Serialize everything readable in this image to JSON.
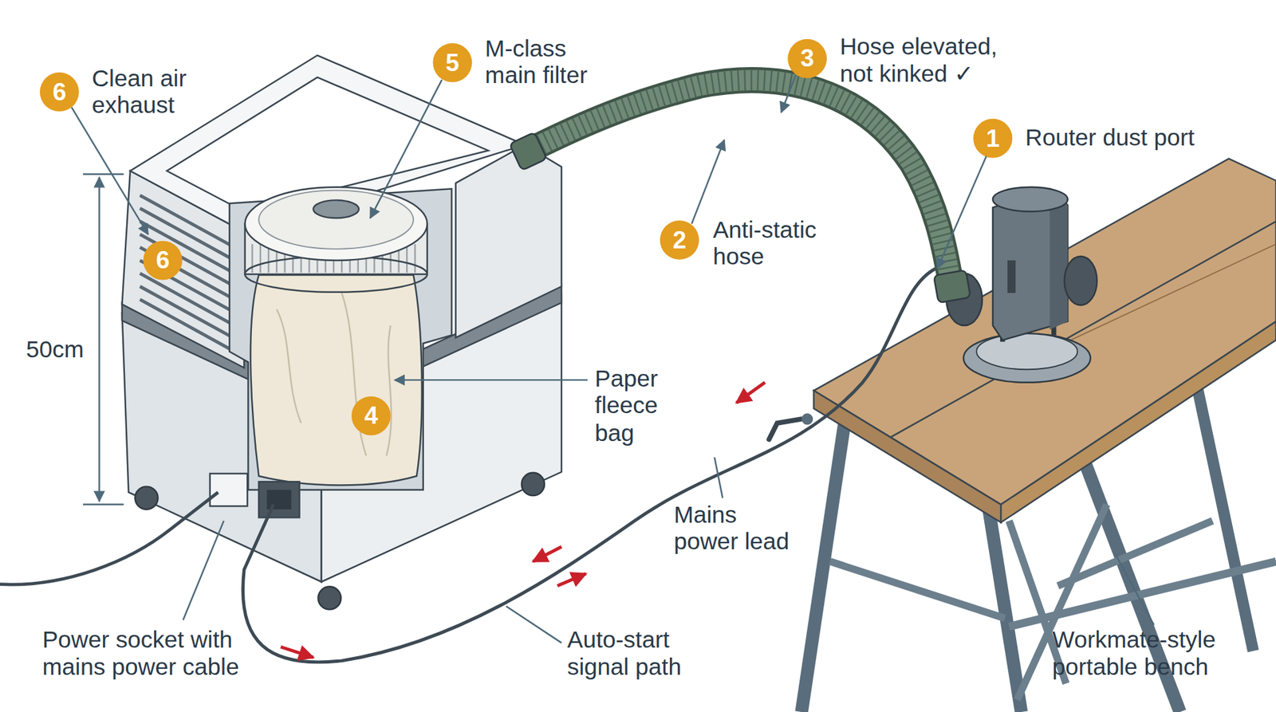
{
  "diagram": {
    "labels": [
      "6",
      "Clean air exhaust",
      "5",
      "M-class main filter",
      "3",
      "Hose elevated, not kinked ✓",
      "1",
      "Router dust port",
      "2",
      "Anti-static hose",
      "50cm",
      "6",
      "Paper fleece bag",
      "4",
      "Mains power lead",
      "Auto-start signal path",
      "Power socket with mains power cable",
      "Workmate-style portable bench"
    ]
  }
}
